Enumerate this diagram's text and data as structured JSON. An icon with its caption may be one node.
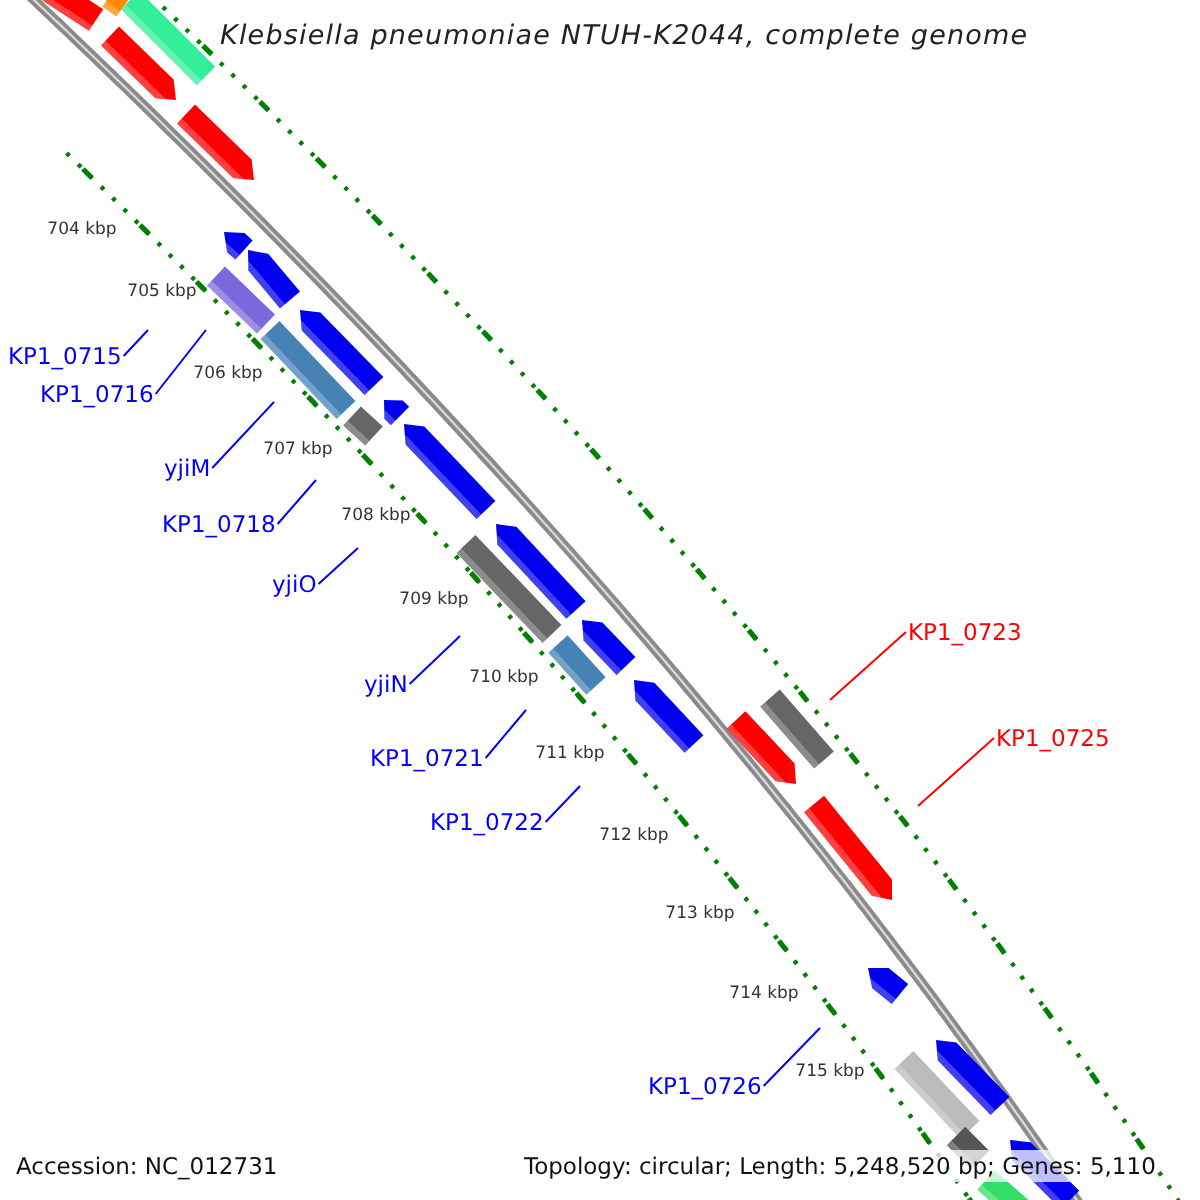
{
  "diagram": {
    "title": "Klebsiella pneumoniae NTUH-K2044, complete genome",
    "nodes": [
      {
        "text": [
          "KP1_0715"
        ]
      },
      {
        "text": [
          "KP1_0716"
        ]
      },
      {
        "text": [
          "yjiM"
        ]
      },
      {
        "text": [
          "KP1_0718"
        ]
      },
      {
        "text": [
          "yjiO"
        ]
      },
      {
        "text": [
          "yjiN"
        ]
      },
      {
        "text": [
          "KP1_0721"
        ]
      },
      {
        "text": [
          "KP1_0722"
        ]
      },
      {
        "text": [
          "KP1_0723"
        ]
      },
      {
        "text": [
          "KP1_0725"
        ]
      },
      {
        "text": [
          "KP1_0726"
        ]
      }
    ],
    "edges": [
      {
        "from": 0,
        "to": null,
        "arrow": "none"
      },
      {
        "from": 1,
        "to": null,
        "arrow": "none"
      },
      {
        "from": 2,
        "to": null,
        "arrow": "none"
      },
      {
        "from": 3,
        "to": null,
        "arrow": "none"
      },
      {
        "from": 4,
        "to": null,
        "arrow": "none"
      },
      {
        "from": 5,
        "to": null,
        "arrow": "none"
      },
      {
        "from": 6,
        "to": null,
        "arrow": "none"
      },
      {
        "from": 7,
        "to": null,
        "arrow": "none"
      },
      {
        "from": 8,
        "to": null,
        "arrow": "none",
        "color": "#ff0000"
      },
      {
        "from": 9,
        "to": null,
        "arrow": "none",
        "color": "#ff0000"
      },
      {
        "from": 10,
        "to": null,
        "arrow": "none"
      }
    ],
    "labels": [
      "704 kbp",
      "705 kbp",
      "706 kbp",
      "707 kbp",
      "708 kbp",
      "709 kbp",
      "710 kbp",
      "711 kbp",
      "712 kbp",
      "713 kbp",
      "714 kbp",
      "715 kbp",
      "Accession: NC_012731",
      "Topology: circular; Length: 5,248,520 bp; Genes: 5,110"
    ]
  }
}
